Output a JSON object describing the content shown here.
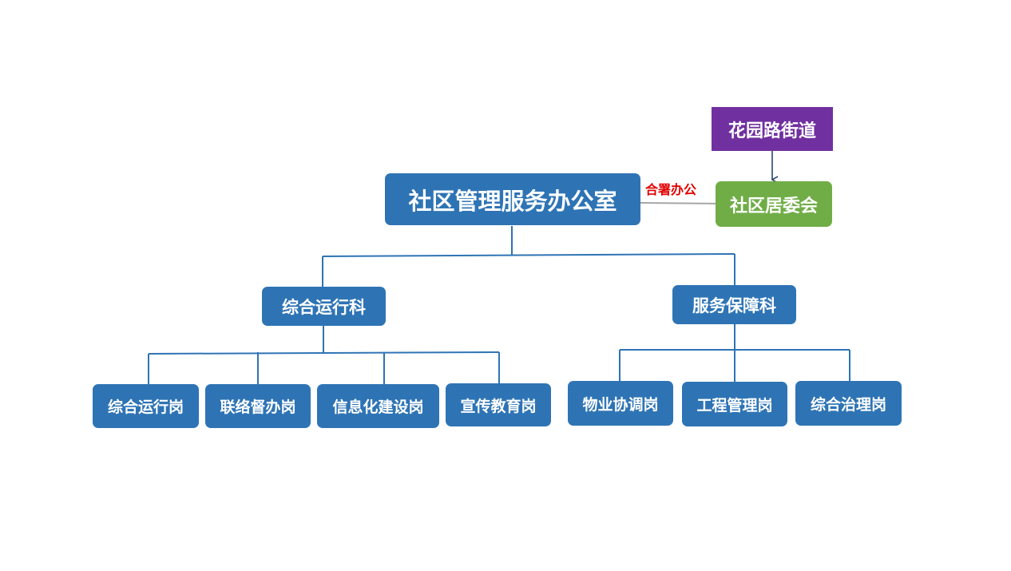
{
  "org_chart": {
    "top": {
      "label": "社区管理服务办公室"
    },
    "street": {
      "label": "花园路街道"
    },
    "residents_committee": {
      "label": "社区居委会"
    },
    "joint_office_label": "合署办公",
    "departments": [
      {
        "label": "综合运行科",
        "posts": [
          {
            "label": "综合运行岗"
          },
          {
            "label": "联络督办岗"
          },
          {
            "label": "信息化建设岗"
          },
          {
            "label": "宣传教育岗"
          }
        ]
      },
      {
        "label": "服务保障科",
        "posts": [
          {
            "label": "物业协调岗"
          },
          {
            "label": "工程管理岗"
          },
          {
            "label": "综合治理岗"
          }
        ]
      }
    ]
  },
  "colors": {
    "box_blue": "#2E74B5",
    "street_purple": "#7030A0",
    "committee_green": "#70AD47",
    "joint_label_red": "#E00000",
    "tree_line": "#2E74B5",
    "joint_line": "#A6A6A6",
    "arrow": "#1F3864"
  }
}
